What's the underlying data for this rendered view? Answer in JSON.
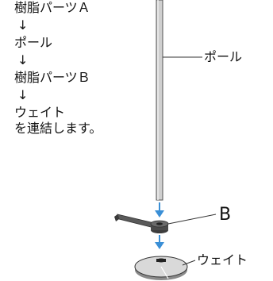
{
  "instructions": {
    "steps": [
      "樹脂パーツＡ",
      "ポール",
      "樹脂パーツＢ",
      "ウェイト"
    ],
    "arrow": "↓",
    "conclusion": "を連結します。"
  },
  "callouts": {
    "pole": "ポール",
    "part_b": "B",
    "weight": "ウェイト"
  },
  "colors": {
    "pole": "#c9c9c9",
    "pole_outline": "#555555",
    "assembly_arrow": "#3a8fd6",
    "part_dark": "#4a4a4a",
    "weight_fill": "#d8d8d8"
  }
}
